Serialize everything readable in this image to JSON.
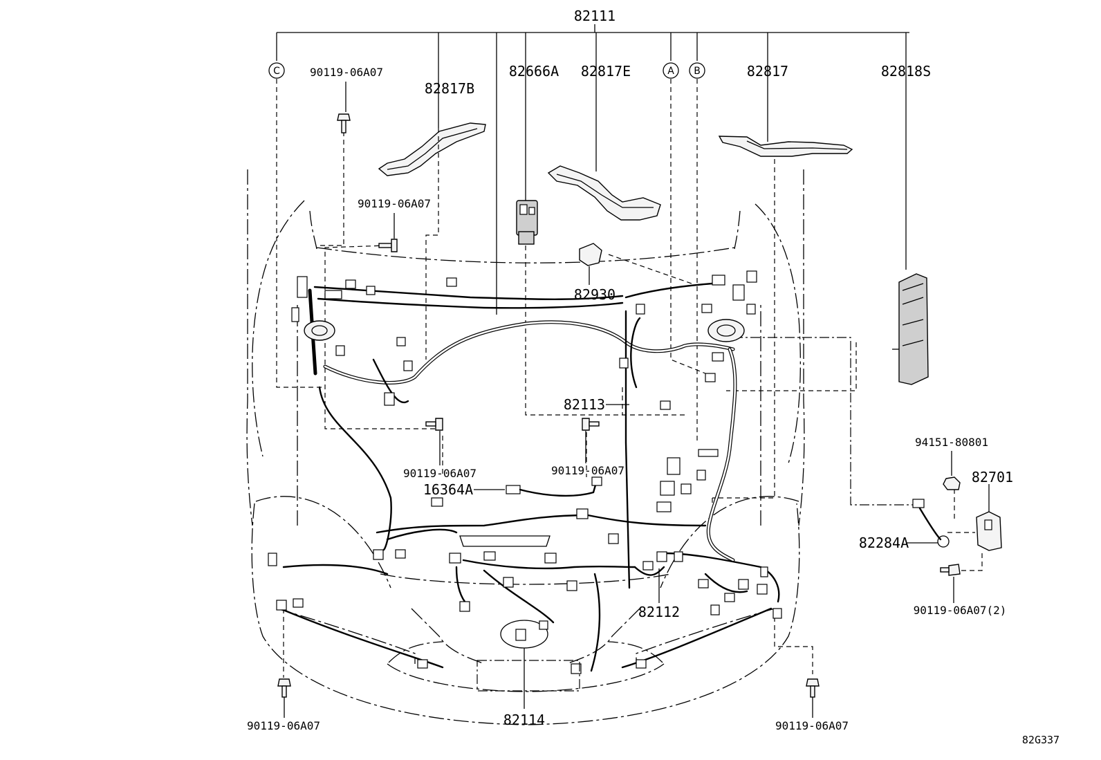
{
  "labels": {
    "top_assembly": "82111",
    "circle_c": "C",
    "circle_a": "A",
    "circle_b": "B",
    "bolt_top_left": "90119-06A07",
    "bolt_upper_mid": "90119-06A07",
    "bracket_b": "82817B",
    "relay_block": "82666A",
    "bracket_e": "82817E",
    "bracket": "82817",
    "junction_block": "82818S",
    "clamp": "82930",
    "harness_82113": "82113",
    "bolt_mid_left": "90119-06A07",
    "bolt_mid_center": "90119-06A07",
    "sensor_wire": "16364A",
    "nut": "94151-80801",
    "bracket_82701": "82701",
    "wire_82284a": "82284A",
    "bolt_right_x2": "90119-06A07(2)",
    "harness_82112": "82112",
    "harness_82114": "82114",
    "bolt_bottom_left": "90119-06A07",
    "bolt_bottom_right": "90119-06A07",
    "drawing_code": "82G337"
  }
}
